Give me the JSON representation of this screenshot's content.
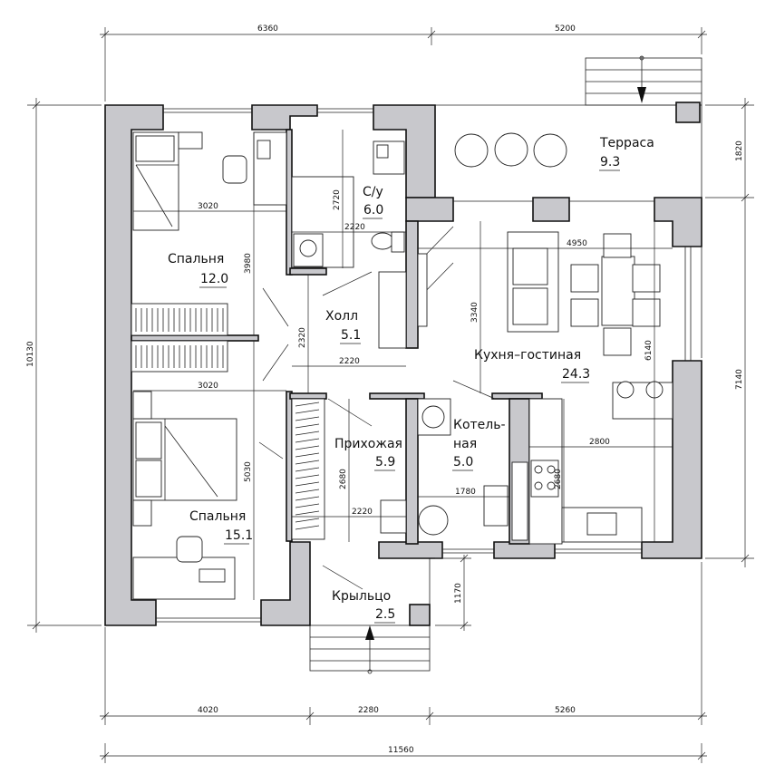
{
  "rooms": [
    {
      "name": "Терраса",
      "area": "9.3"
    },
    {
      "name": "С/у",
      "area": "6.0"
    },
    {
      "name": "Спальня",
      "area": "12.0"
    },
    {
      "name": "Холл",
      "area": "5.1"
    },
    {
      "name": "Кухня–гостиная",
      "area": "24.3"
    },
    {
      "name": "Прихожая",
      "area": "5.9"
    },
    {
      "name": "Котель-",
      "name2": "ная",
      "area": "5.0"
    },
    {
      "name": "Спальня",
      "area": "15.1"
    },
    {
      "name": "Крыльцо",
      "area": "2.5"
    }
  ],
  "dimensions": {
    "top": [
      "6360",
      "5200"
    ],
    "bottom": [
      "4020",
      "2280",
      "5260"
    ],
    "total": "11560",
    "left": "10130",
    "right": [
      "1820",
      "7140"
    ],
    "porch": "1170",
    "inner": {
      "bed1_w": "3020",
      "bed1_h": "3980",
      "bath_h": "2720",
      "bath_w": "2220",
      "hall_h": "2320",
      "hall_w": "2220",
      "living_w": "4950",
      "living_h": "3340",
      "kitchen_h": "6140",
      "bed2_w": "3020",
      "bed2_h": "5030",
      "entry_h": "2680",
      "entry_w": "2220",
      "boiler_w": "1780",
      "boiler_h": "2680",
      "kitchen_w": "2800"
    }
  }
}
